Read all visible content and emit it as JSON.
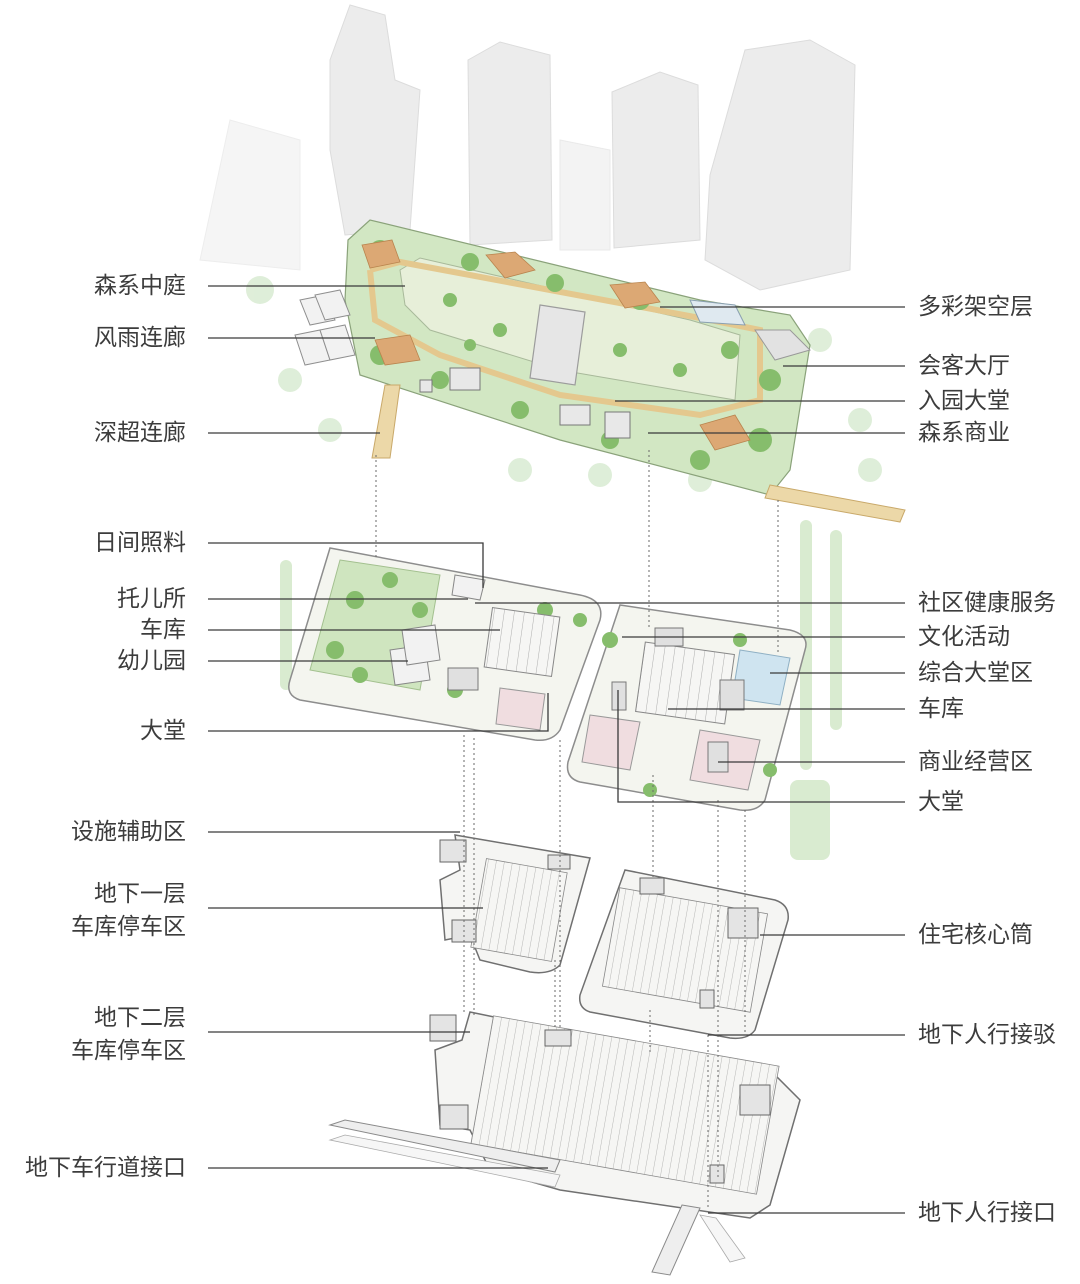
{
  "labels_left": [
    {
      "id": "l1",
      "text": "森系中庭"
    },
    {
      "id": "l2",
      "text": "风雨连廊"
    },
    {
      "id": "l3",
      "text": "深超连廊"
    },
    {
      "id": "l4",
      "text": "日间照料"
    },
    {
      "id": "l5",
      "text": "托儿所"
    },
    {
      "id": "l6",
      "text": "车库"
    },
    {
      "id": "l7",
      "text": "幼儿园"
    },
    {
      "id": "l8",
      "text": "大堂"
    },
    {
      "id": "l9",
      "text": "设施辅助区"
    },
    {
      "id": "l10",
      "line1": "地下一层",
      "line2": "车库停车区"
    },
    {
      "id": "l11",
      "line1": "地下二层",
      "line2": "车库停车区"
    },
    {
      "id": "l12",
      "text": "地下车行道接口"
    }
  ],
  "labels_right": [
    {
      "id": "r1",
      "text": "多彩架空层"
    },
    {
      "id": "r2",
      "text": "会客大厅"
    },
    {
      "id": "r3",
      "text": "入园大堂"
    },
    {
      "id": "r4",
      "text": "森系商业"
    },
    {
      "id": "r5",
      "text": "社区健康服务"
    },
    {
      "id": "r6",
      "text": "文化活动"
    },
    {
      "id": "r7",
      "text": "综合大堂区"
    },
    {
      "id": "r8",
      "text": "车库"
    },
    {
      "id": "r9",
      "text": "商业经营区"
    },
    {
      "id": "r10",
      "text": "大堂"
    },
    {
      "id": "r11",
      "text": "住宅核心筒"
    },
    {
      "id": "r12",
      "text": "地下人行接驳"
    },
    {
      "id": "r13",
      "text": "地下人行接口"
    }
  ],
  "colors": {
    "label_text": "#3c3c3c",
    "leader_line": "#3a3a3a",
    "greenery": "#8fc27a",
    "greenery_light": "#c9e3b8",
    "tower": "#e9e9e9",
    "walkway": "#e8cf9a",
    "roof_orange": "#d9a06a",
    "plan_fill": "#f4f4f2",
    "plan_stroke": "#7a7a7a"
  }
}
